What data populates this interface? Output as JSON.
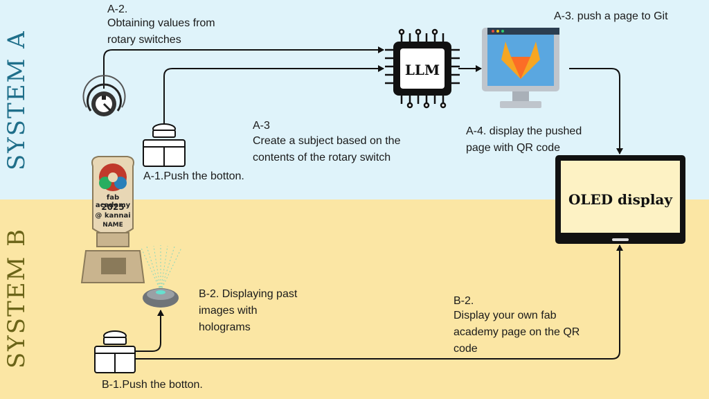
{
  "systems": {
    "a_label": "SYSTEM A",
    "b_label": "SYSTEM B"
  },
  "steps": {
    "a2_title": "A-2.",
    "a2_text": "Obtaining values from\nrotary switches",
    "a3_push": "A-3. push a page to Git",
    "a3_title": "A-3",
    "a3_text": "Create a subject based on the\ncontents of the rotary switch",
    "a4_text": "A-4. display the pushed\npage with QR code",
    "a1_text": "A-1.Push the botton.",
    "b2_holo": "B-2. Displaying past\nimages with\nholograms",
    "b2_title": "B-2.",
    "b2_text": "Display your own fab\nacademy page on the QR\ncode",
    "b1_text": "B-1.Push the botton."
  },
  "devices": {
    "llm_label": "LLM",
    "oled_label": "OLED display"
  },
  "trophy": {
    "line1": "fab academy",
    "line2": "2025",
    "line3": "@ kannai",
    "line4": "NAME"
  },
  "colors": {
    "system_a_bg": "#dff3fa",
    "system_b_bg": "#fbe6a4",
    "system_a_text": "#1f6f8a",
    "system_b_text": "#6b6418",
    "gitlab_orange": "#f6a623"
  },
  "icons": [
    "rotary-switch-icon",
    "push-button-icon",
    "llm-chip-icon",
    "gitlab-monitor-icon",
    "oled-display-icon",
    "trophy-icon",
    "hologram-projector-icon"
  ]
}
